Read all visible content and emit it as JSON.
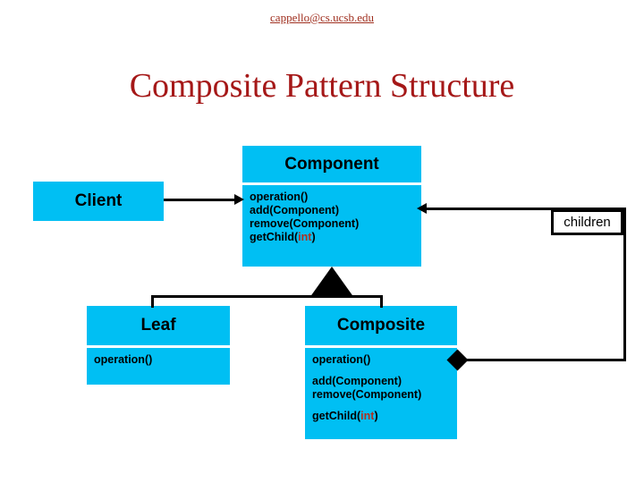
{
  "header": {
    "email": "cappello@cs.ucsb.edu"
  },
  "title": "Composite Pattern Structure",
  "colors": {
    "box_fill": "#00BFF3",
    "title_text": "#A51818",
    "header_text": "#A03020",
    "line": "#000000",
    "keyword": "#B03020",
    "background": "#FFFFFF"
  },
  "classes": {
    "client": {
      "name": "Client",
      "methods": []
    },
    "component": {
      "name": "Component",
      "methods": [
        "operation()",
        "add(Component)",
        "remove(Component)",
        "getChild("
      ],
      "method_keyword": "int",
      "method_keyword_suffix": ")"
    },
    "leaf": {
      "name": "Leaf",
      "methods": [
        "operation()"
      ]
    },
    "composite": {
      "name": "Composite",
      "methods": [
        "operation()",
        "add(Component)",
        "remove(Component)",
        "getChild("
      ],
      "method_keyword": "int",
      "method_keyword_suffix": ")"
    }
  },
  "relations": {
    "client_uses_component": {
      "type": "association-arrow",
      "from": "Client",
      "to": "Component"
    },
    "leaf_inherits_component": {
      "type": "generalization",
      "from": "Leaf",
      "to": "Component"
    },
    "composite_inherits_component": {
      "type": "generalization",
      "from": "Composite",
      "to": "Component"
    },
    "composite_aggregates_component": {
      "type": "aggregation",
      "from": "Composite",
      "to": "Component",
      "label": "children"
    }
  }
}
